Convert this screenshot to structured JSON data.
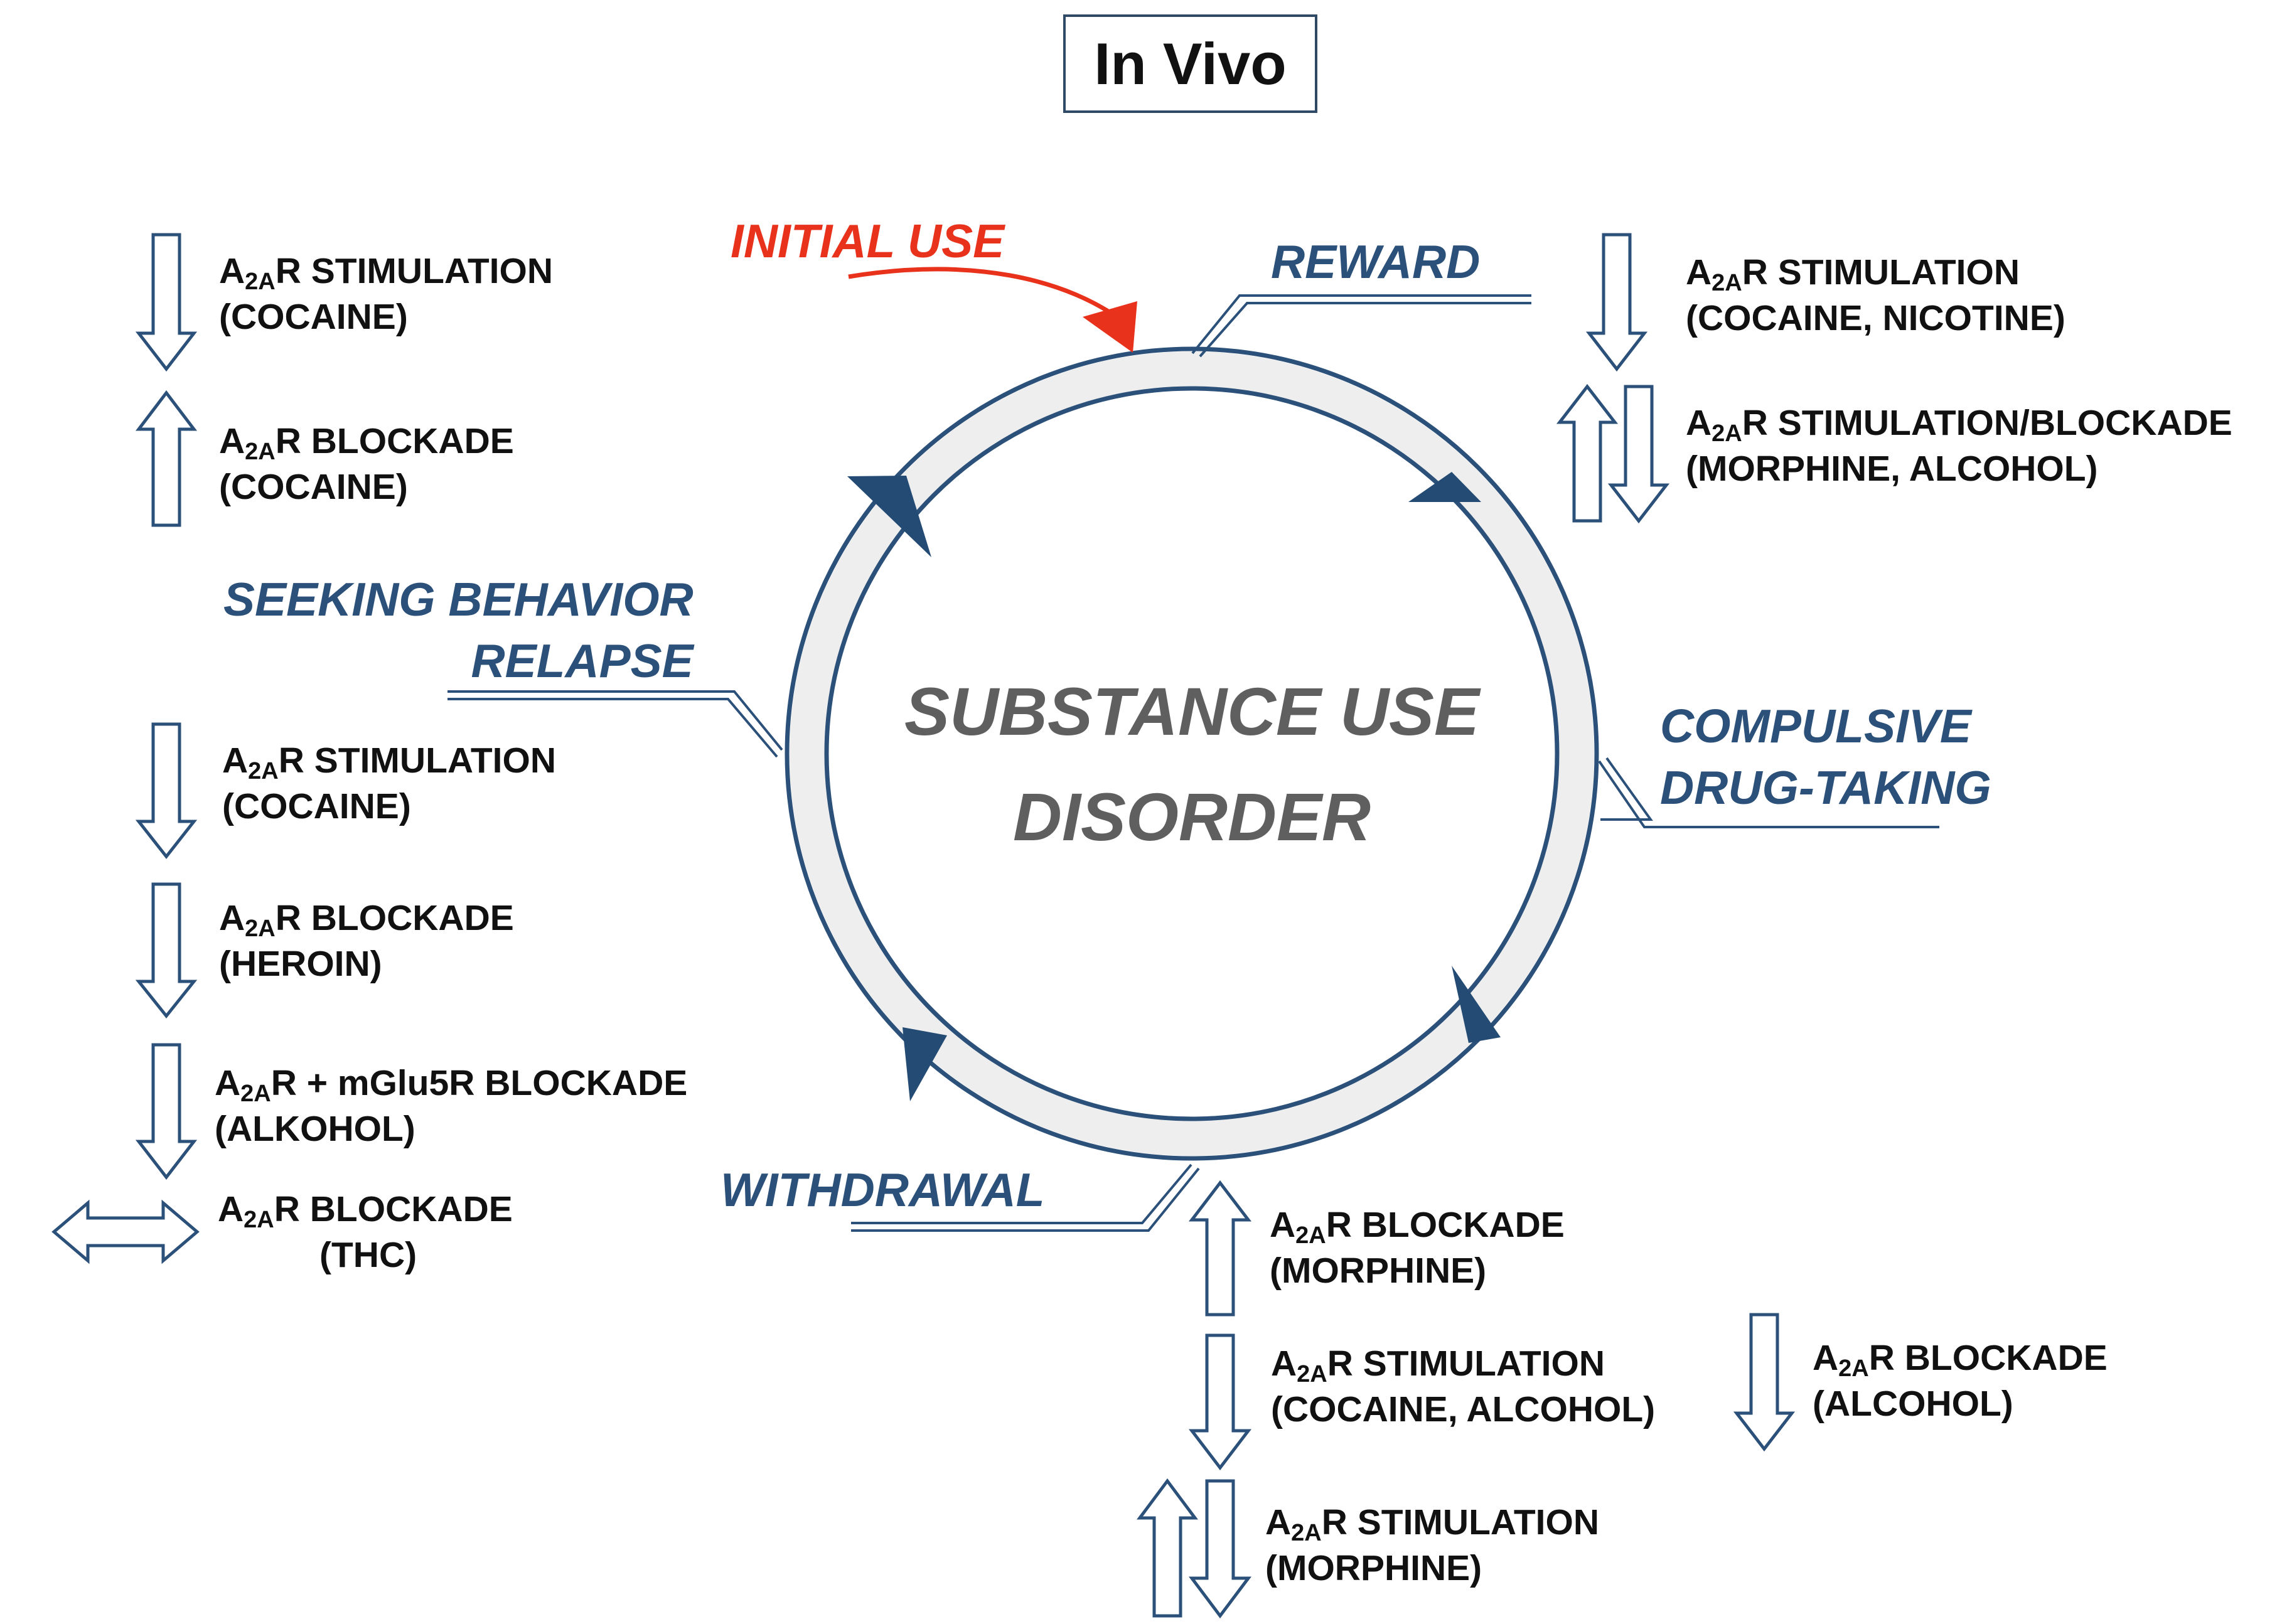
{
  "title": "In Vivo",
  "center": {
    "line1": "SUBSTANCE USE",
    "line2": "DISORDER"
  },
  "stages": {
    "initial_use": "INITIAL USE",
    "reward": "REWARD",
    "compulsive_line1": "COMPULSIVE",
    "compulsive_line2": "DRUG-TAKING",
    "withdrawal": "WITHDRAWAL",
    "seeking_line1": "SEEKING  BEHAVIOR",
    "seeking_line2": "RELAPSE"
  },
  "receptor": {
    "main": "A",
    "sub": "2A",
    "suffix": "R"
  },
  "effects": {
    "reward_1": {
      "action": " STIMULATION",
      "drug": "(COCAINE, NICOTINE)",
      "arrow": "down"
    },
    "reward_2": {
      "action": " STIMULATION/BLOCKADE",
      "drug": "(MORPHINE, ALCOHOL)",
      "arrow": "up-down"
    },
    "initial_1": {
      "action": " STIMULATION",
      "drug": "(COCAINE)",
      "arrow": "down"
    },
    "initial_2": {
      "action": " BLOCKADE",
      "drug": "(COCAINE)",
      "arrow": "up"
    },
    "seeking_1": {
      "action": " STIMULATION",
      "drug": "(COCAINE)",
      "arrow": "down"
    },
    "seeking_2": {
      "action": " BLOCKADE",
      "drug": "(HEROIN)",
      "arrow": "down"
    },
    "seeking_3": {
      "action": " + mGlu5R BLOCKADE",
      "drug": "(ALKOHOL)",
      "arrow": "down"
    },
    "seeking_4": {
      "action": " BLOCKADE",
      "drug": "(THC)",
      "arrow": "left-right"
    },
    "withdrawal_1": {
      "action": " BLOCKADE",
      "drug": "(MORPHINE)",
      "arrow": "up"
    },
    "withdrawal_2": {
      "action": " STIMULATION",
      "drug": "(COCAINE, ALCOHOL)",
      "arrow": "down"
    },
    "withdrawal_3": {
      "action": " STIMULATION",
      "drug": "(MORPHINE)",
      "arrow": "up-down"
    },
    "withdrawal_4": {
      "action": " BLOCKADE",
      "drug": "(ALCOHOL)",
      "arrow": "down"
    }
  },
  "colors": {
    "ring": "#2b5079",
    "ring_fill": "#eeeeee",
    "initial": "#e8321c",
    "stage_text": "#2b5079",
    "center_text": "#5f5f5f"
  }
}
